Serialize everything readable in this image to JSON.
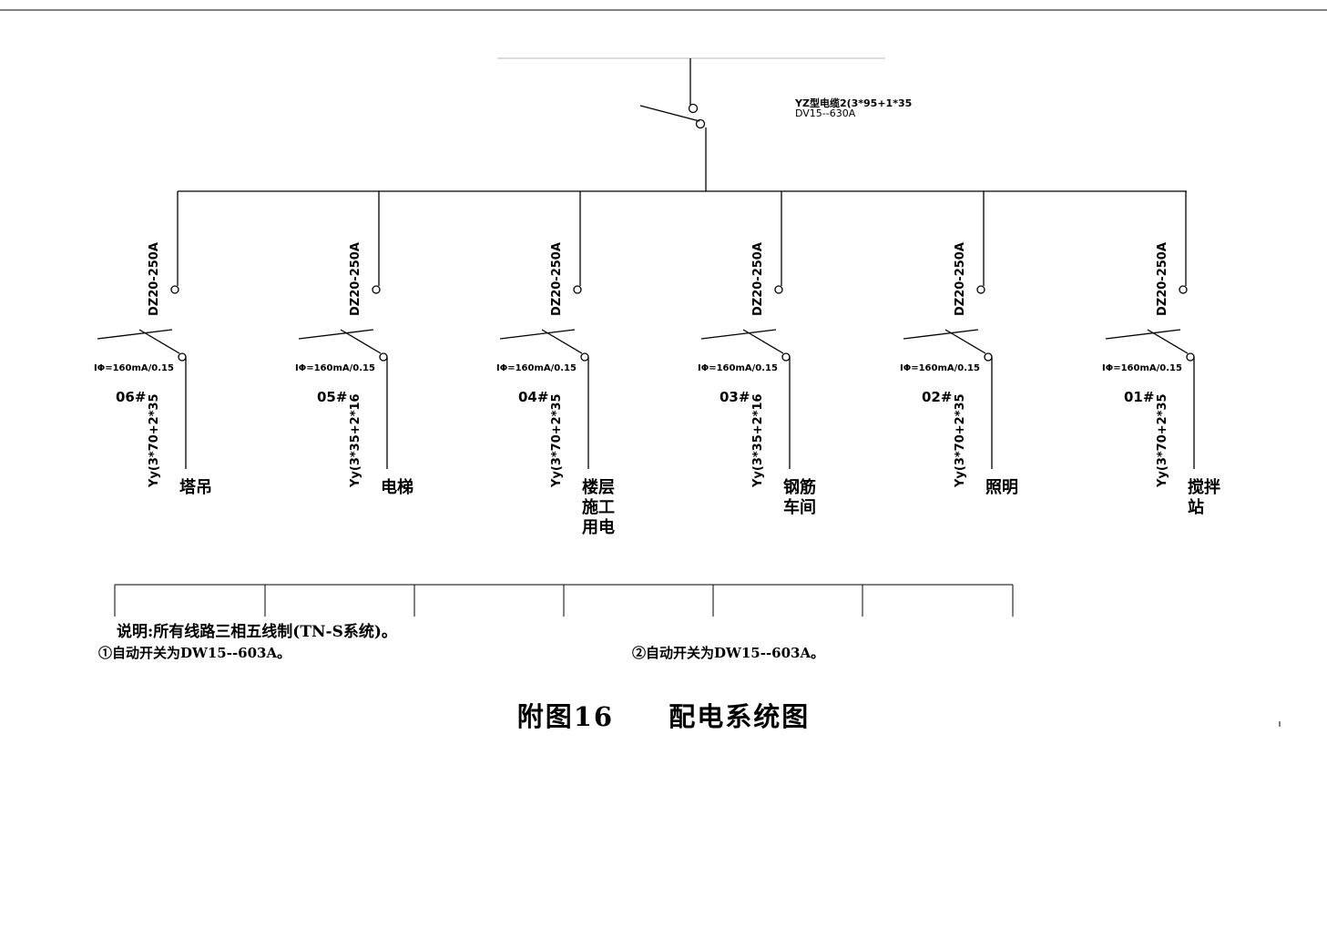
{
  "main_feed": {
    "cable": "YZ型电缆2(3*95+1*35",
    "breaker": "DV15--630A"
  },
  "branches": [
    {
      "breaker": "DZ20-250A",
      "rcd": "IΦ=160mA/0.15",
      "id": "06#",
      "cable": "Yy(3*70+2*35",
      "load": [
        "塔吊"
      ]
    },
    {
      "breaker": "DZ20-250A",
      "rcd": "IΦ=160mA/0.15",
      "id": "05#",
      "cable": "Yy(3*35+2*16",
      "load": [
        "电梯"
      ]
    },
    {
      "breaker": "DZ20-250A",
      "rcd": "IΦ=160mA/0.15",
      "id": "04#",
      "cable": "Yy(3*70+2*35",
      "load": [
        "楼层",
        "施工",
        "用电"
      ]
    },
    {
      "breaker": "DZ20-250A",
      "rcd": "IΦ=160mA/0.15",
      "id": "03#",
      "cable": "Yy(3*35+2*16",
      "load": [
        "钢筋",
        "车间"
      ]
    },
    {
      "breaker": "DZ20-250A",
      "rcd": "IΦ=160mA/0.15",
      "id": "02#",
      "cable": "Yy(3*70+2*35",
      "load": [
        "照明"
      ]
    },
    {
      "breaker": "DZ20-250A",
      "rcd": "IΦ=160mA/0.15",
      "id": "01#",
      "cable": "Yy(3*70+2*35",
      "load": [
        "搅拌",
        "站"
      ]
    }
  ],
  "notes": {
    "line1": "说明:所有线路三相五线制(TN-S系统)。",
    "note1": "①自动开关为DW15--603A。",
    "note2": "②自动开关为DW15--603A。"
  },
  "caption": {
    "number": "附图16",
    "title": "配电系统图"
  }
}
